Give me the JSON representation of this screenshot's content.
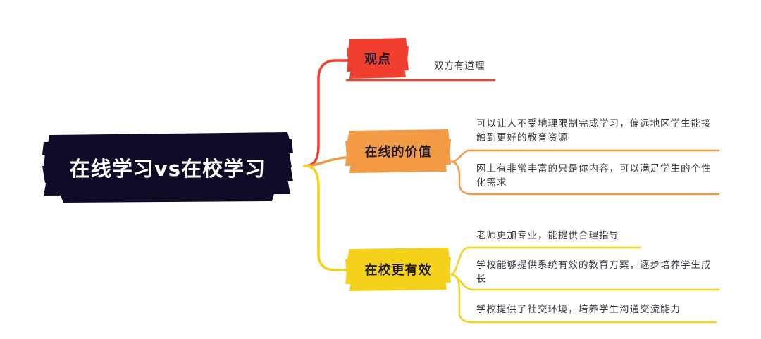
{
  "root": {
    "title": "在线学习vs在校学习",
    "color": "#0f0b26"
  },
  "branches": [
    {
      "label": "观点",
      "color": "#f03e2f",
      "items": [
        "双方有道理"
      ]
    },
    {
      "label": "在线的价值",
      "color": "#f29a44",
      "items": [
        "可以让人不受地理限制完成学习，偏远地区学生能接触到更好的教育资源",
        "网上有非常丰富的只是你内容，可以满足学生的个性化需求"
      ]
    },
    {
      "label": "在校更有效",
      "color": "#f4d11a",
      "items": [
        "老师更加专业，能提供合理指导",
        "学校能够提供系统有效的教育方案，逐步培养学生成长",
        "学校提供了社交环境，培养学生沟通交流能力"
      ]
    }
  ]
}
